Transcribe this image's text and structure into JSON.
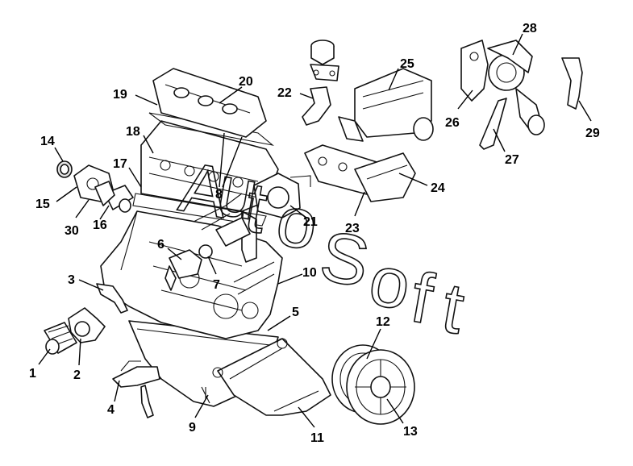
{
  "callouts": [
    "1",
    "2",
    "3",
    "4",
    "5",
    "6",
    "7",
    "8",
    "9",
    "10",
    "11",
    "12",
    "13",
    "14",
    "15",
    "16",
    "17",
    "18",
    "19",
    "20",
    "21",
    "22",
    "23",
    "24",
    "25",
    "26",
    "27",
    "28",
    "29",
    "30"
  ],
  "watermark": {
    "letters": [
      "A",
      "u",
      "t",
      "o",
      "S",
      "o",
      "f",
      "t"
    ]
  }
}
